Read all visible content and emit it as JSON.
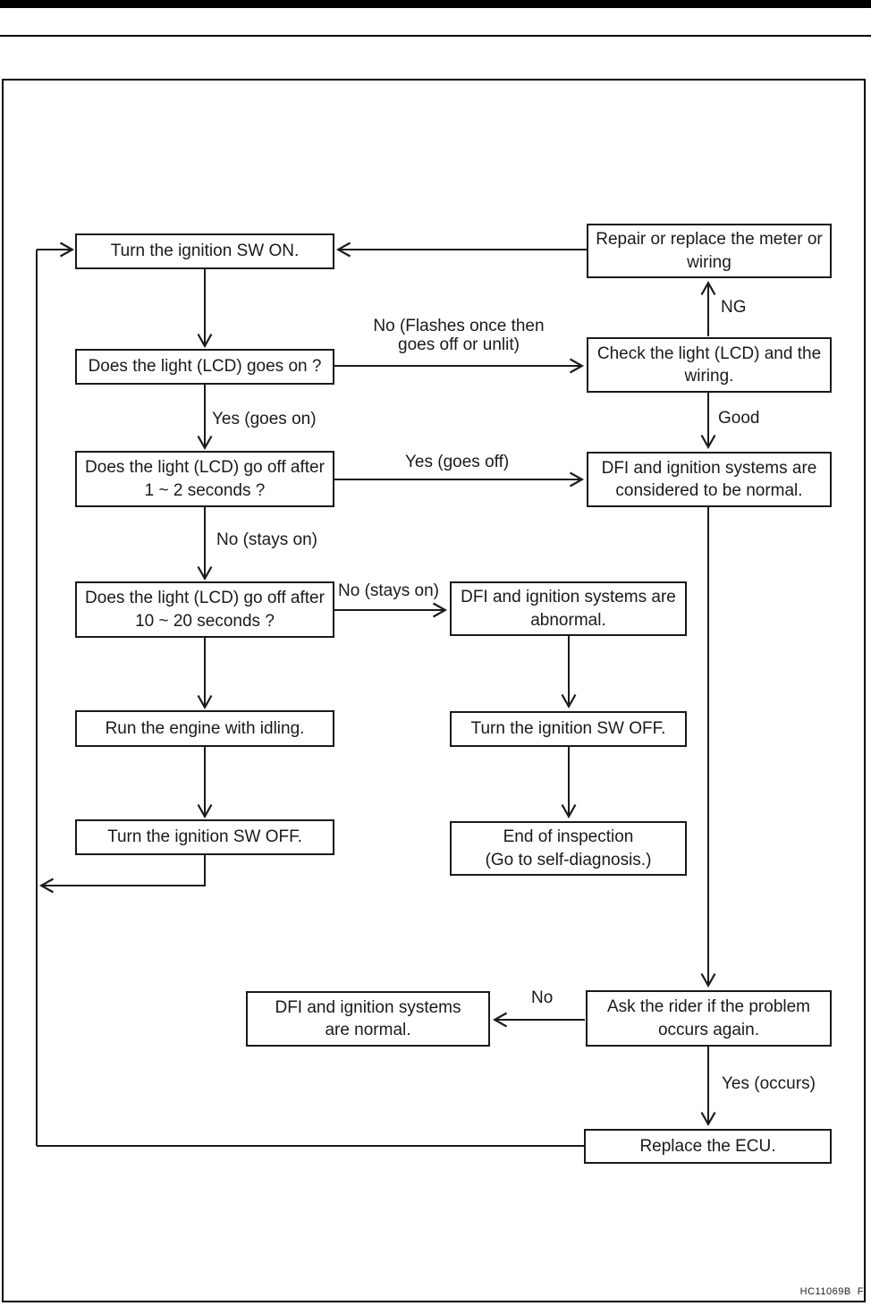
{
  "page": {
    "figure_code": "HC11069B  F"
  },
  "flowchart": {
    "boxes": {
      "turn_ignition_on": "Turn the ignition SW ON.",
      "light_goes_on_q": "Does the light (LCD) goes on ?",
      "light_off_1_2_q": "Does the light (LCD) go off after\n1 ~ 2 seconds ?",
      "light_off_10_20_q": "Does the light (LCD) go off after\n10 ~ 20 seconds ?",
      "run_engine_idling": "Run the engine with idling.",
      "turn_ignition_off_left": "Turn the ignition SW OFF.",
      "repair_replace_meter": "Repair or replace the meter or\nwiring",
      "check_light_wiring": "Check the light (LCD) and the\nwiring.",
      "dfi_considered_normal": "DFI and ignition systems are\nconsidered to be normal.",
      "dfi_abnormal": "DFI and ignition systems are\nabnormal.",
      "turn_ignition_off_mid": "Turn the ignition SW OFF.",
      "end_of_inspection": "End of inspection\n(Go to self-diagnosis.)",
      "dfi_normal": "DFI and ignition systems\nare normal.",
      "ask_rider": "Ask the rider if the problem\noccurs again.",
      "replace_ecu": "Replace the ECU."
    },
    "labels": {
      "no_flashes": "No (Flashes once then\ngoes off or unlit)",
      "yes_goes_on": "Yes (goes on)",
      "yes_goes_off": "Yes (goes off)",
      "no_stays_on_1": "No (stays on)",
      "no_stays_on_2": "No (stays on)",
      "ng": "NG",
      "good": "Good",
      "no": "No",
      "yes_occurs": "Yes (occurs)"
    }
  }
}
